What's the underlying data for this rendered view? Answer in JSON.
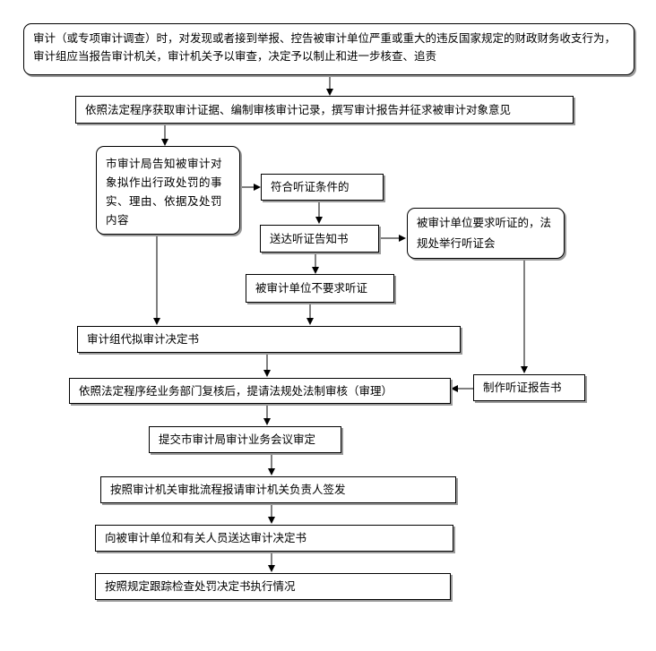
{
  "nodes": {
    "n1": "审计（或专项审计调查）时，对发现或者接到举报、控告被审计单位严重或重大的违反国家规定的财政财务收支行为，审计组应当报告审计机关，审计机关予以审查，决定予以制止和进一步核查、追责",
    "n2": "依照法定程序获取审计证据、编制审核审计记录，撰写审计报告并征求被审计对象意见",
    "n3": "市审计局告知被审计对象拟作出行政处罚的事实、理由、依据及处罚内容",
    "n4": "符合听证条件的",
    "n5": "送达听证告知书",
    "n6": "被审计单位要求听证的，法规处举行听证会",
    "n7": "被审计单位不要求听证",
    "n8": "审计组代拟审计决定书",
    "n9": "制作听证报告书",
    "n10": "依照法定程序经业务部门复核后，提请法规处法制审核（审理）",
    "n11": "提交市审计局审计业务会议审定",
    "n12": "按照审计机关审批流程报请审计机关负责人签发",
    "n13": "向被审计单位和有关人员送达审计决定书",
    "n14": "按照规定跟踪检查处罚决定书执行情况"
  }
}
